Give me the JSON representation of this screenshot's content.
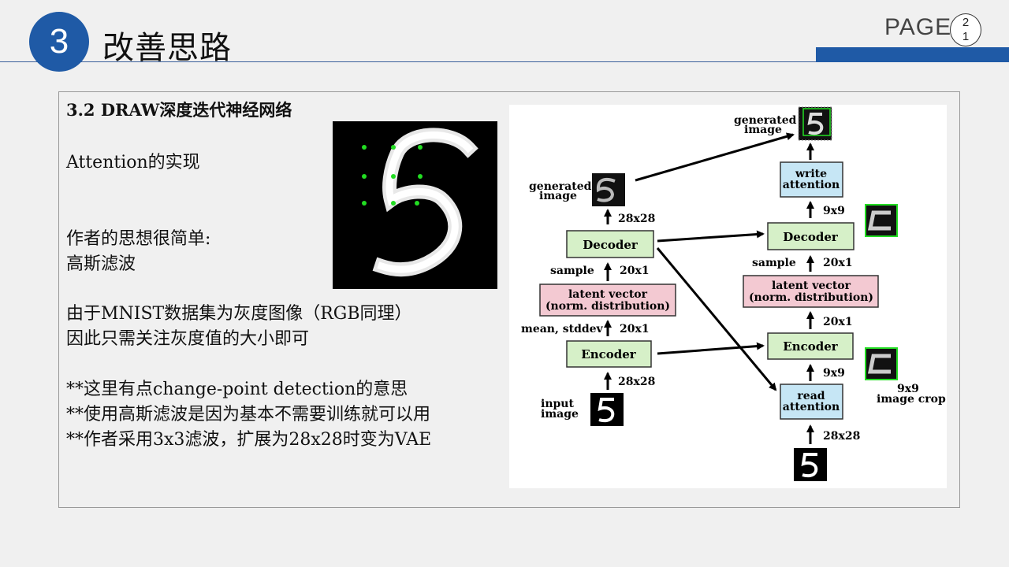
{
  "header": {
    "section_number": "3",
    "title": "改善思路",
    "page_label": "PAGE",
    "page_number_top": "2",
    "page_number_bottom": "1"
  },
  "content": {
    "heading": "3.2 DRAW深度迭代神经网络",
    "line_attention": "Attention的实现",
    "line_idea_1": "作者的思想很简单:",
    "line_idea_2": "高斯滤波",
    "line_reason_1": "由于MNIST数据集为灰度图像（RGB同理）",
    "line_reason_2": "因此只需关注灰度值的大小即可",
    "note_1": "**这里有点change-point detection的意思",
    "note_2": "**使用高斯滤波是因为基本不需要训练就可以用",
    "note_3": "**作者采用3x3滤波，扩展为28x28时变为VAE"
  },
  "diagram": {
    "left": {
      "generated_image_label": [
        "generated",
        "image"
      ],
      "size_decoder_out": "28x28",
      "decoder": "Decoder",
      "sample_label": "sample",
      "size_sample": "20x1",
      "latent": [
        "latent vector",
        "(norm. distribution)"
      ],
      "mean_label": "mean, stddev",
      "size_mean": "20x1",
      "encoder": "Encoder",
      "size_input": "28x28",
      "input_image_label": [
        "input",
        "image"
      ]
    },
    "right": {
      "generated_image_label": [
        "generated",
        "image"
      ],
      "write_attention": [
        "write",
        "attention"
      ],
      "size_write": "9x9",
      "decoder": "Decoder",
      "sample_label": "sample",
      "size_sample": "20x1",
      "latent": [
        "latent vector",
        "(norm. distribution)"
      ],
      "size_latent": "20x1",
      "encoder": "Encoder",
      "size_read": "9x9",
      "read_attention": [
        "read",
        "attention"
      ],
      "size_input": "28x28",
      "crop_label": [
        "9x9",
        "image crop"
      ]
    },
    "colors": {
      "green_box": "#d6f0c8",
      "pink_box": "#f3c9d2",
      "blue_box": "#c6e6f5",
      "attention_dot": "#22dd22"
    }
  }
}
